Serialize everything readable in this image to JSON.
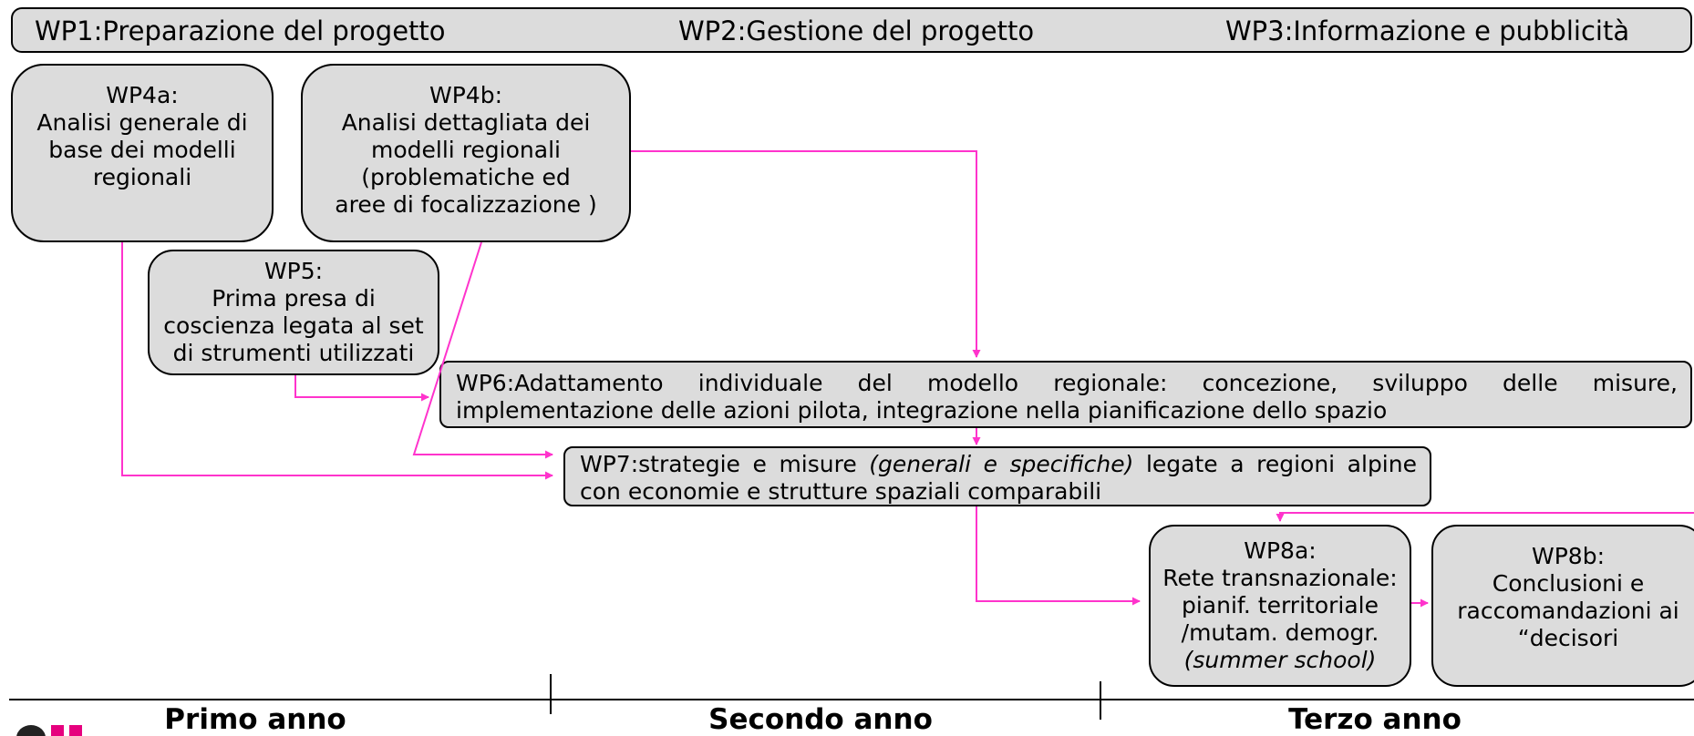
{
  "header": {
    "wp1": "WP1:Preparazione del progetto",
    "wp2": "WP2:Gestione del progetto",
    "wp3": "WP3:Informazione e pubblicità"
  },
  "wp4a": {
    "lines": [
      "WP4a:",
      "Analisi generale di",
      "base dei modelli",
      "regionali"
    ]
  },
  "wp4b": {
    "lines": [
      "WP4b:",
      "Analisi dettagliata dei",
      "modelli regionali",
      "(problematiche ed",
      "aree di focalizzazione )"
    ]
  },
  "wp5": {
    "lines": [
      "WP5:",
      "Prima presa di",
      "coscienza legata al set",
      "di strumenti utilizzati"
    ]
  },
  "wp6": {
    "line1": "WP6:Adattamento individuale del modello regionale: concezione, sviluppo delle misure,",
    "line2": "implementazione delle azioni pilota, integrazione nella pianificazione dello spazio"
  },
  "wp7": {
    "line1_a": "WP7:strategie e misure ",
    "line1_b": "(generali e specifiche)",
    "line1_c": " legate a regioni alpine",
    "line2": "con economie e strutture spaziali comparabili"
  },
  "wp8a": {
    "lines": [
      "WP8a:",
      "Rete transnazionale:",
      "pianif. territoriale",
      "/mutam. demogr."
    ],
    "italic": "(summer school)"
  },
  "wp8b": {
    "lines": [
      "WP8b:",
      "Conclusioni e",
      "raccomandazioni ai",
      "“decisori"
    ]
  },
  "timeline": {
    "year1": "Primo anno",
    "year2": "Secondo anno",
    "year3": "Terzo anno"
  },
  "colors": {
    "arrow": "#ff33cc",
    "box_fill": "#dcdcdc",
    "border": "#000000"
  }
}
